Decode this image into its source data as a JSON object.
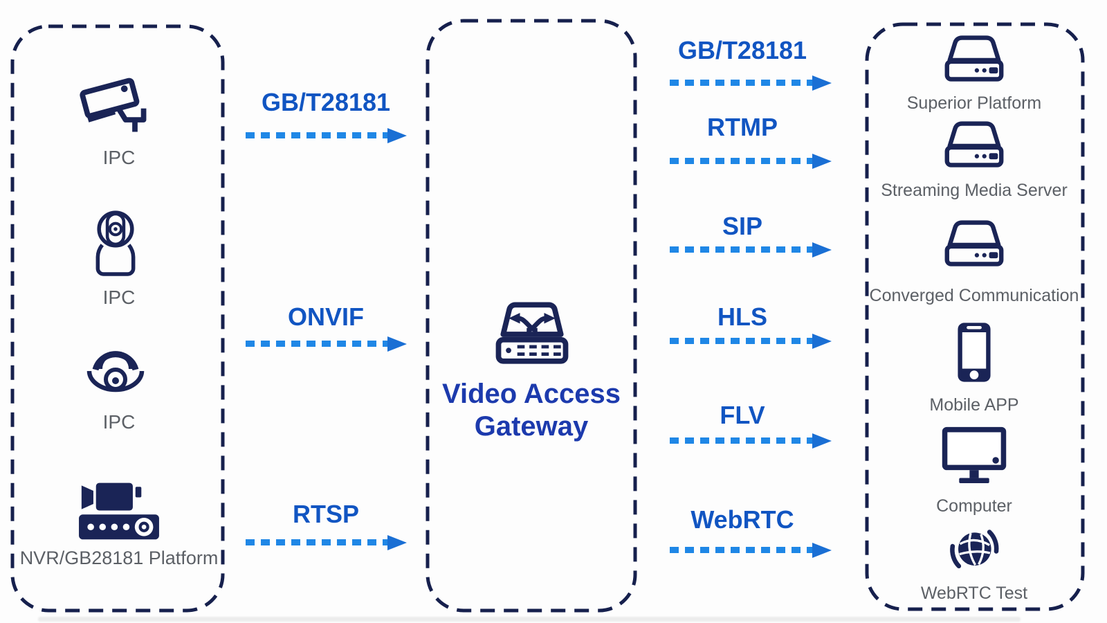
{
  "colors": {
    "icon_navy": "#1a2456",
    "box_border_navy": "#16204d",
    "protocol_label_blue": "#1155c2",
    "gateway_text_blue": "#1c3aad",
    "arrow_dash_blue": "#1f87e6",
    "arrow_head_blue": "#1a6fd4",
    "device_label_gray": "#5c6066",
    "background": "#fdfdfd"
  },
  "left_panel": {
    "items": [
      {
        "label": "IPC",
        "icon": "bullet-camera-icon"
      },
      {
        "label": "IPC",
        "icon": "ptz-camera-icon"
      },
      {
        "label": "IPC",
        "icon": "dome-camera-icon"
      },
      {
        "label": "NVR/GB28181 Platform",
        "icon": "nvr-icon"
      }
    ]
  },
  "gateway": {
    "title_line1": "Video Access",
    "title_line2": "Gateway",
    "icon": "switch-icon"
  },
  "ingress_protocols": [
    {
      "label": "GB/T28181"
    },
    {
      "label": "ONVIF"
    },
    {
      "label": "RTSP"
    }
  ],
  "egress_protocols": [
    {
      "label": "GB/T28181"
    },
    {
      "label": "RTMP"
    },
    {
      "label": "SIP"
    },
    {
      "label": "HLS"
    },
    {
      "label": "FLV"
    },
    {
      "label": "WebRTC"
    }
  ],
  "right_panel": {
    "items": [
      {
        "label": "Superior Platform",
        "icon": "server-icon"
      },
      {
        "label": "Streaming Media Server",
        "icon": "server-icon"
      },
      {
        "label": "Converged Communication",
        "icon": "server-icon"
      },
      {
        "label": "Mobile APP",
        "icon": "mobile-phone-icon"
      },
      {
        "label": "Computer",
        "icon": "computer-monitor-icon"
      },
      {
        "label": "WebRTC Test",
        "icon": "globe-icon"
      }
    ]
  }
}
